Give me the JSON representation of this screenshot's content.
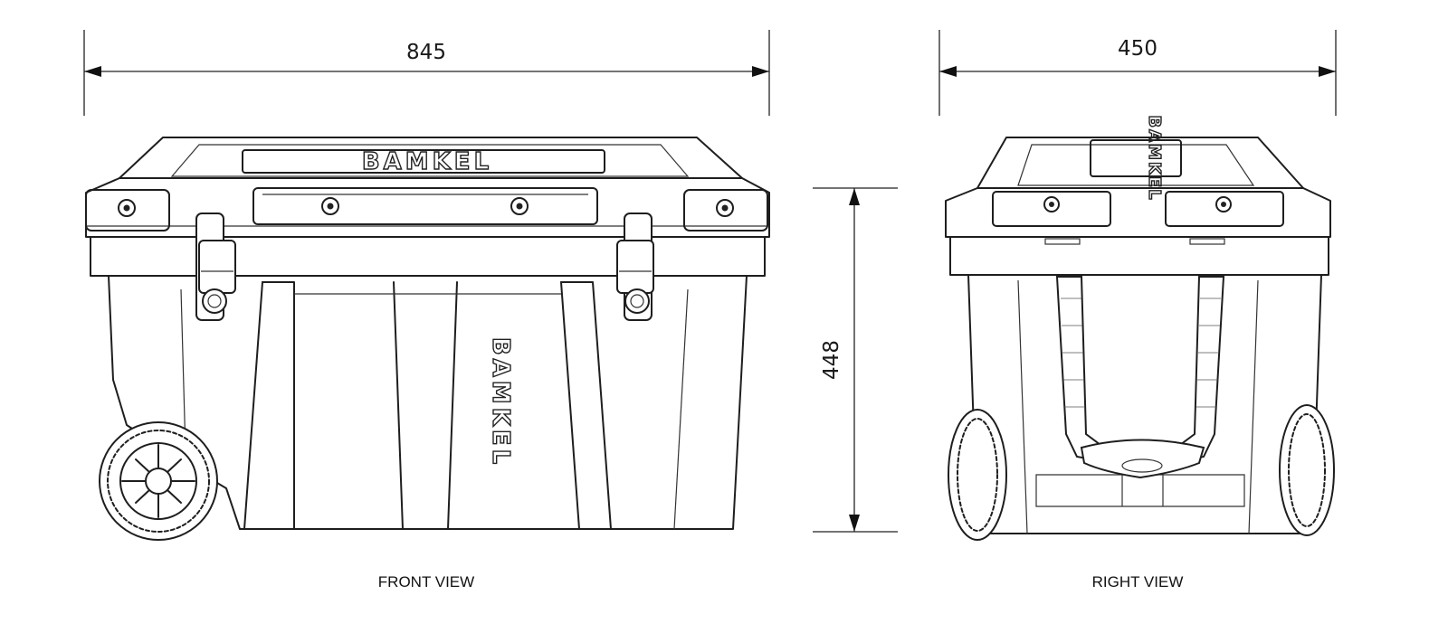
{
  "dimensions": {
    "width": "845",
    "depth": "450",
    "height": "448"
  },
  "views": {
    "front": "FRONT VIEW",
    "right": "RIGHT VIEW"
  },
  "brand": {
    "name": "BAMKEL"
  }
}
